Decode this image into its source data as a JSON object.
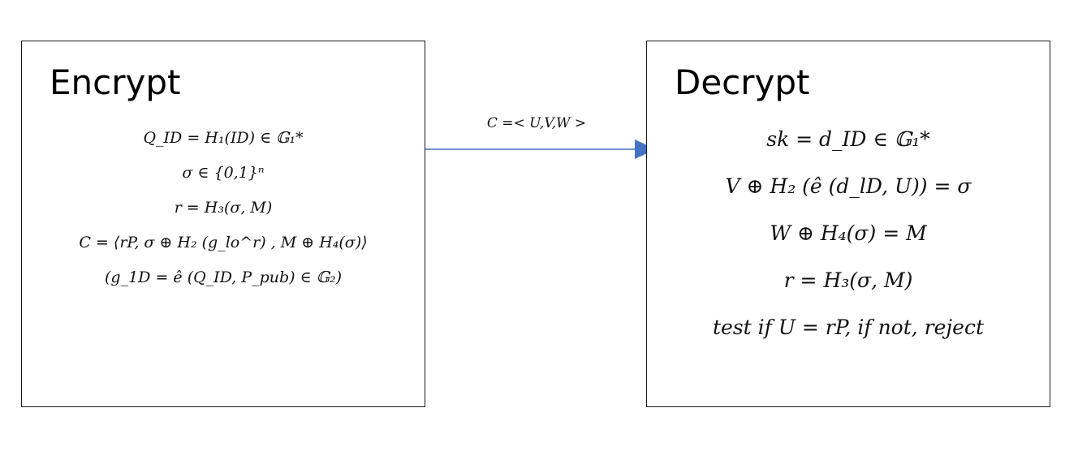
{
  "encrypt": {
    "title": "Encrypt",
    "formulas": [
      "Q_ID = H₁(ID) ∈ 𝔾₁*",
      "σ ∈ {0,1}ⁿ",
      "r = H₃(σ, M)",
      "C = ⟨rP, σ ⊕ H₂ (g_lo^r) , M ⊕ H₄(σ)⟩",
      "(g_1D = ê (Q_ID, P_pub) ∈ 𝔾₂)"
    ]
  },
  "arrow": {
    "label": "C =< U,V,W >",
    "color": "#4472c4"
  },
  "decrypt": {
    "title": "Decrypt",
    "formulas": [
      "sk = d_ID ∈ 𝔾₁*",
      "V ⊕ H₂ (ê (d_lD, U)) = σ",
      "W ⊕ H₄(σ) = M",
      "r = H₃(σ, M)",
      "test if U = rP, if not, reject"
    ]
  }
}
